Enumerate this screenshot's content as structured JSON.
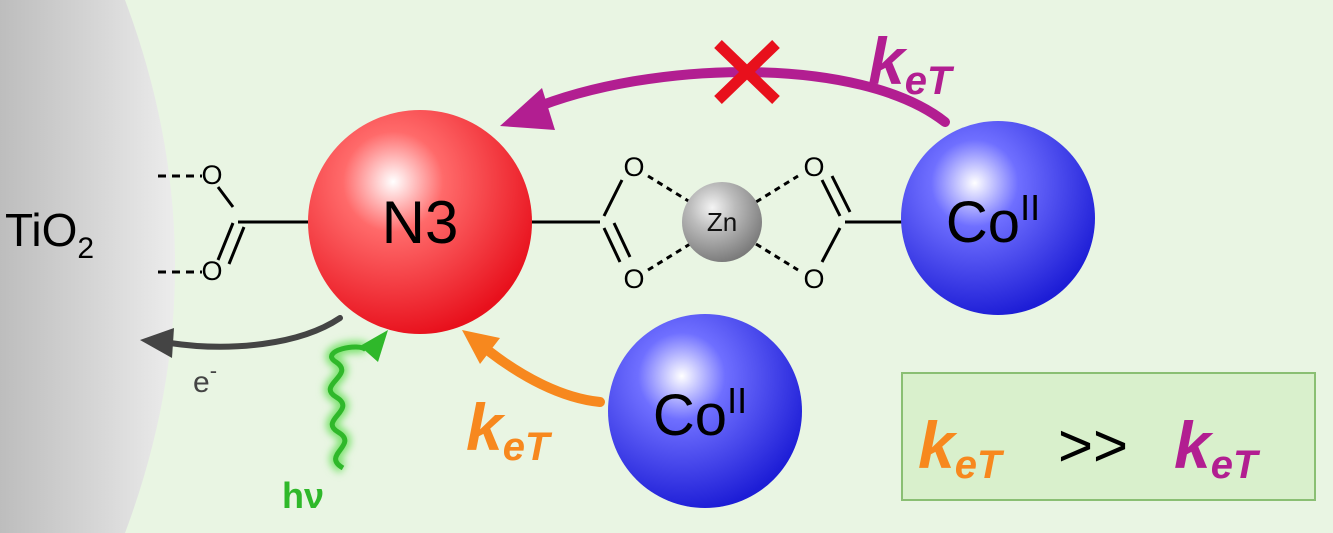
{
  "colors": {
    "background": "#e9f5e3",
    "dye": "#e8101c",
    "cobalt": "#1d1dd6",
    "zinc": "#8e8e8e",
    "forward_rate": "#f7881e",
    "back_rate": "#b21e91",
    "photon": "#2fb82a",
    "electron_arrow": "#444444",
    "summary_box_fill": "#d9f0cc",
    "summary_box_border": "#8abf73"
  },
  "substrate": {
    "label_base": "TiO",
    "label_sub": "2"
  },
  "dye": {
    "label": "N3"
  },
  "zinc": {
    "label": "Zn"
  },
  "cobalt_bound": {
    "label_base": "Co",
    "label_sup": "II"
  },
  "cobalt_free": {
    "label_base": "Co",
    "label_sup": "II"
  },
  "atoms": {
    "oxygen": "O"
  },
  "electron": {
    "label_base": "e",
    "label_sup": "-"
  },
  "photon": {
    "label": "hν"
  },
  "rate": {
    "k": "k",
    "sub": "eT"
  },
  "summary": {
    "relation": ">>"
  },
  "blocked_marker": "cross-icon"
}
